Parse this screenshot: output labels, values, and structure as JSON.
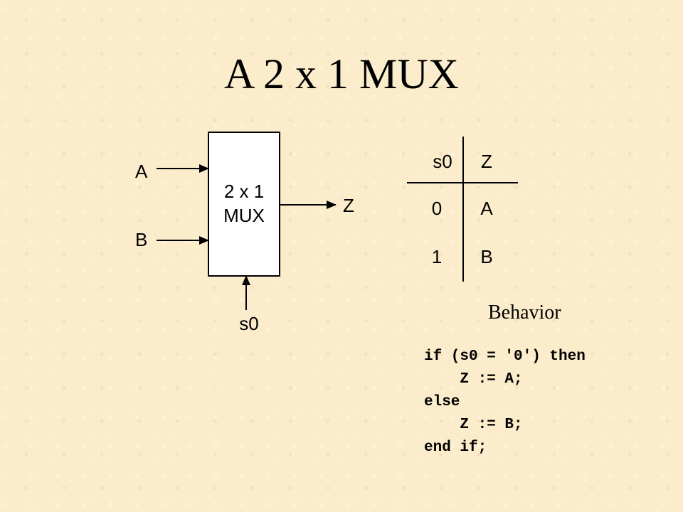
{
  "title": "A 2 x 1 MUX",
  "mux": {
    "block_line1": "2 x 1",
    "block_line2": "MUX",
    "input_a": "A",
    "input_b": "B",
    "output": "Z",
    "select": "s0"
  },
  "truth_table": {
    "headers": [
      "s0",
      "Z"
    ],
    "rows": [
      [
        "0",
        "A"
      ],
      [
        "1",
        "B"
      ]
    ]
  },
  "behavior_label": "Behavior",
  "code": {
    "lines": [
      "if (s0 = '0') then",
      "    Z := A;",
      "else",
      "    Z := B;",
      "end if;"
    ]
  }
}
